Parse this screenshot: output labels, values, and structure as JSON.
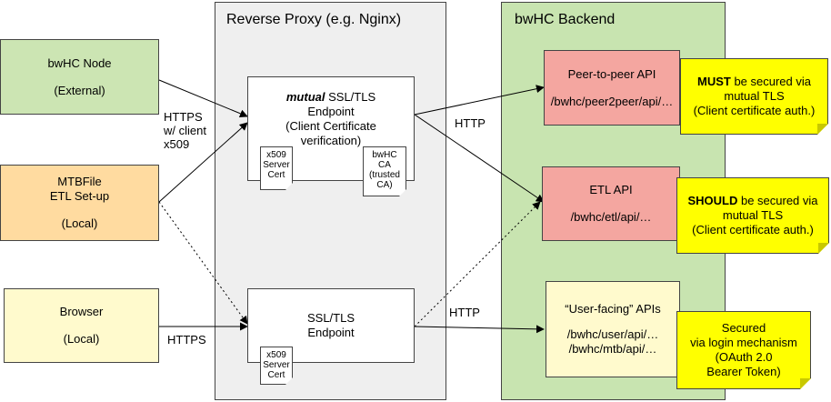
{
  "zones": {
    "proxy": {
      "title": "Reverse Proxy (e.g. Nginx)"
    },
    "backend": {
      "title": "bwHC Backend"
    }
  },
  "nodes": {
    "bwhc_node": {
      "line1": "bwHC Node",
      "line2": "(External)"
    },
    "mtbfile": {
      "line1": "MTBFile",
      "line2": "ETL Set-up",
      "line3": "(Local)"
    },
    "browser": {
      "line1": "Browser",
      "line2": "(Local)"
    },
    "mutual_endpoint": {
      "italic": "mutual",
      "line1_rest": " SSL/TLS",
      "line2": "Endpoint",
      "line3": "(Client Certificate",
      "line4": "verification)"
    },
    "ssl_endpoint": {
      "line1": "SSL/TLS",
      "line2": "Endpoint"
    },
    "p2p_api": {
      "line1": "Peer-to-peer API",
      "line2": "/bwhc/peer2peer/api/…"
    },
    "etl_api": {
      "line1": "ETL API",
      "line2": "/bwhc/etl/api/…"
    },
    "user_api": {
      "line1": "“User-facing” APIs",
      "line2": "/bwhc/user/api/…",
      "line3": "/bwhc/mtb/api/…"
    }
  },
  "certs": {
    "server_cert_top": {
      "l1": "x509",
      "l2": "Server",
      "l3": "Cert"
    },
    "ca_cert": {
      "l1": "bwHC",
      "l2": "CA",
      "l3": "(trusted",
      "l4": "CA)"
    },
    "server_cert_bottom": {
      "l1": "x509",
      "l2": "Server",
      "l3": "Cert"
    }
  },
  "notes": {
    "must": {
      "bold": "MUST",
      "rest": " be secured via",
      "line2": "mutual TLS",
      "line3": "(Client certificate auth.)"
    },
    "should": {
      "bold": "SHOULD",
      "rest": " be secured via",
      "line2": "mutual TLS",
      "line3": "(Client certificate auth.)"
    },
    "secured": {
      "line1": "Secured",
      "line2": "via login mechanism",
      "line3": "(OAuth 2.0",
      "line4": "Bearer Token)"
    }
  },
  "edge_labels": {
    "https_client": {
      "l1": "HTTPS",
      "l2": "w/ client",
      "l3": "x509"
    },
    "https_browser": "HTTPS",
    "http_top": "HTTP",
    "http_bottom": "HTTP"
  }
}
